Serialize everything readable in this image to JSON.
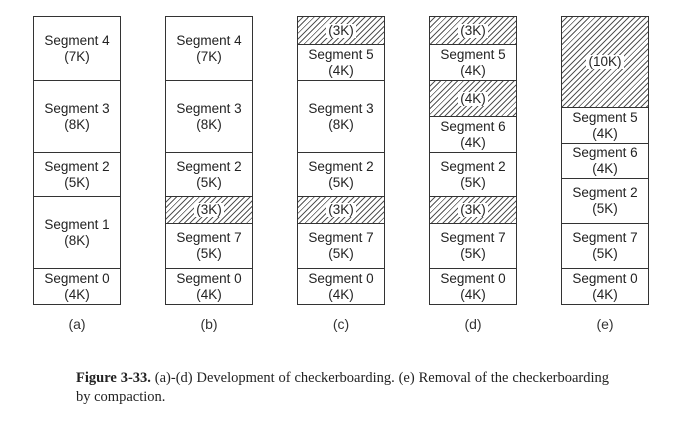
{
  "diagram": {
    "columns": [
      {
        "label": "(a)",
        "segments": [
          {
            "name": "Segment 4",
            "size": "(7K)",
            "kb": 7,
            "hole": false
          },
          {
            "name": "Segment 3",
            "size": "(8K)",
            "kb": 8,
            "hole": false
          },
          {
            "name": "Segment 2",
            "size": "(5K)",
            "kb": 5,
            "hole": false
          },
          {
            "name": "Segment 1",
            "size": "(8K)",
            "kb": 8,
            "hole": false
          },
          {
            "name": "Segment 0",
            "size": "(4K)",
            "kb": 4,
            "hole": false
          }
        ]
      },
      {
        "label": "(b)",
        "segments": [
          {
            "name": "Segment 4",
            "size": "(7K)",
            "kb": 7,
            "hole": false
          },
          {
            "name": "Segment 3",
            "size": "(8K)",
            "kb": 8,
            "hole": false
          },
          {
            "name": "Segment 2",
            "size": "(5K)",
            "kb": 5,
            "hole": false
          },
          {
            "name": "",
            "size": "(3K)",
            "kb": 3,
            "hole": true
          },
          {
            "name": "Segment 7",
            "size": "(5K)",
            "kb": 5,
            "hole": false
          },
          {
            "name": "Segment 0",
            "size": "(4K)",
            "kb": 4,
            "hole": false
          }
        ]
      },
      {
        "label": "(c)",
        "segments": [
          {
            "name": "",
            "size": "(3K)",
            "kb": 3,
            "hole": true
          },
          {
            "name": "Segment 5",
            "size": "(4K)",
            "kb": 4,
            "hole": false
          },
          {
            "name": "Segment 3",
            "size": "(8K)",
            "kb": 8,
            "hole": false
          },
          {
            "name": "Segment 2",
            "size": "(5K)",
            "kb": 5,
            "hole": false
          },
          {
            "name": "",
            "size": "(3K)",
            "kb": 3,
            "hole": true
          },
          {
            "name": "Segment 7",
            "size": "(5K)",
            "kb": 5,
            "hole": false
          },
          {
            "name": "Segment 0",
            "size": "(4K)",
            "kb": 4,
            "hole": false
          }
        ]
      },
      {
        "label": "(d)",
        "segments": [
          {
            "name": "",
            "size": "(3K)",
            "kb": 3,
            "hole": true
          },
          {
            "name": "Segment 5",
            "size": "(4K)",
            "kb": 4,
            "hole": false
          },
          {
            "name": "",
            "size": "(4K)",
            "kb": 4,
            "hole": true
          },
          {
            "name": "Segment 6",
            "size": "(4K)",
            "kb": 4,
            "hole": false
          },
          {
            "name": "Segment 2",
            "size": "(5K)",
            "kb": 5,
            "hole": false
          },
          {
            "name": "",
            "size": "(3K)",
            "kb": 3,
            "hole": true
          },
          {
            "name": "Segment 7",
            "size": "(5K)",
            "kb": 5,
            "hole": false
          },
          {
            "name": "Segment 0",
            "size": "(4K)",
            "kb": 4,
            "hole": false
          }
        ]
      },
      {
        "label": "(e)",
        "segments": [
          {
            "name": "",
            "size": "(10K)",
            "kb": 10,
            "hole": true
          },
          {
            "name": "Segment 5",
            "size": "(4K)",
            "kb": 4,
            "hole": false
          },
          {
            "name": "Segment 6",
            "size": "(4K)",
            "kb": 4,
            "hole": false
          },
          {
            "name": "Segment 2",
            "size": "(5K)",
            "kb": 5,
            "hole": false
          },
          {
            "name": "Segment 7",
            "size": "(5K)",
            "kb": 5,
            "hole": false
          },
          {
            "name": "Segment 0",
            "size": "(4K)",
            "kb": 4,
            "hole": false
          }
        ]
      }
    ]
  },
  "caption": {
    "label": "Figure 3-33.",
    "text": "(a)-(d) Development of checkerboarding. (e) Removal of the checkerboarding by compaction."
  }
}
